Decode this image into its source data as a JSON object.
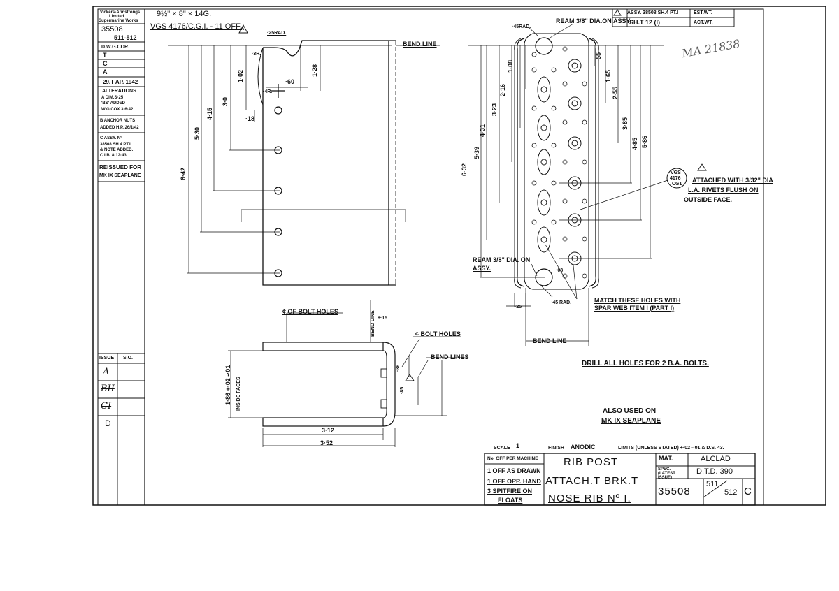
{
  "company": {
    "line1": "Vickers-Armstrongs",
    "line2": "Limited",
    "line3": "Supermarine Works"
  },
  "drawing_number": "35508",
  "sheet_range": "511-512",
  "drawn_by_label": "D.W.G.COR.",
  "checks": [
    "T",
    "C",
    "A"
  ],
  "date": "29.T AP. 1942",
  "alterations": {
    "title": "ALTERATIONS",
    "a": [
      "A DIM.S·25",
      "'BS' ADDED",
      "W.G.COX 3·6·42"
    ],
    "b": [
      "B ANCHOR NUTS",
      "ADDED H.P. 26/1/42"
    ],
    "c": [
      "C ASSY. Nº",
      "38508 SH.4 PT.I",
      "& NOTE ADDED.",
      "C.I.B. 8·12·43."
    ]
  },
  "reissued": [
    "REISSUED FOR",
    "MK IX SEAPLANE"
  ],
  "issue_table": {
    "col1": "ISSUE",
    "col2": "S.O.",
    "rows": [
      "A",
      "BII",
      "CI",
      "D"
    ]
  },
  "material_spec": "9½\" × 8\" × 14G.",
  "vgs_note": "VGS 4176/C.G.I. - 11 OFF.",
  "vgs_mark": "A",
  "assy_ref": "ASSY. 38508 SH.4 PT.I",
  "sheet_ref": "SH.T 12 (I)",
  "est_wt": "EST.WT.",
  "act_wt": "ACT.WT.",
  "handwritten_ref": "MA 21838",
  "ream_top": "REAM 3/8\" DIA.ON ASSY.",
  "ream_bottom": [
    "REAM 3/8\" DIA. ON",
    "ASSY."
  ],
  "bend_line": "BEND LINE",
  "bend_lines": "BEND LINES",
  "bolt_holes_left": "¢ OF BOLT HOLES",
  "bolt_holes_right": "¢ BOLT HOLES",
  "vgs_bubble": [
    "VGS",
    "4176",
    "CG1"
  ],
  "attached_note": [
    "ATTACHED WITH 3/32\" DIA",
    "L.A. RIVETS FLUSH ON",
    "OUTSIDE FACE."
  ],
  "match_note": [
    "MATCH THESE HOLES WITH",
    "SPAR WEB ITEM I (PART I)"
  ],
  "drill_note": "DRILL ALL HOLES FOR 2 B.A. BOLTS.",
  "also_used": [
    "ALSO USED ON",
    "MK IX SEAPLANE"
  ],
  "rad_labels": {
    "r25": "·25RAD.",
    "r3": "·3R.",
    "r4": "·4R.",
    "r45a": "·45RAD.",
    "r45b": "·45 RAD."
  },
  "dims_left": {
    "d642": "6·42",
    "d530": "5·30",
    "d415": "4·15",
    "d30": "3·0",
    "d102": "1·02",
    "d128": "1·28",
    "d60": "·60",
    "d18": "·18"
  },
  "dims_right": {
    "d632": "6·32",
    "d539": "5·39",
    "d431": "4·31",
    "d323": "3·23",
    "d216": "2·16",
    "d108": "1·08",
    "d55": "·55",
    "d165": "1·65",
    "d255": "2·55",
    "d385": "3·85",
    "d485": "4·85",
    "d586": "5·86",
    "d08": "·08",
    "d25": "·25"
  },
  "dims_bottom": {
    "d312": "3·12",
    "d352": "3·52",
    "d186": "1·86 +·02 -·01",
    "inside_faces": "INSIDE FACES",
    "d36": "·36",
    "d85": "·85",
    "d815": "8·15",
    "bend_line_v": "BEND LINE"
  },
  "title_block": {
    "scale_label": "SCALE",
    "scale_value": "1",
    "finish_label": "FINISH",
    "finish_value": "ANODIC",
    "limits": "LIMITS (UNLESS STATED) +·02 -·01 & D.S. 43.",
    "no_off_header": "No. OFF PER MACHINE",
    "no_off_rows": [
      "1 OFF AS DRAWN",
      "1 OFF OPP. HAND",
      "3 SPITFIRE ON",
      "FLOATS"
    ],
    "title": [
      "RIB POST",
      "ATTACH.T BRK.T",
      "NOSE RIB Nº I."
    ],
    "mat_label": "MAT.",
    "mat_value": "ALCLAD",
    "spec_label": "SPEC. (LATEST ISSUE)",
    "spec_value": "D.T.D. 390",
    "part_number": "35508",
    "part_sheet_top": "511",
    "part_sheet_bottom": "512",
    "part_issue": "C"
  }
}
